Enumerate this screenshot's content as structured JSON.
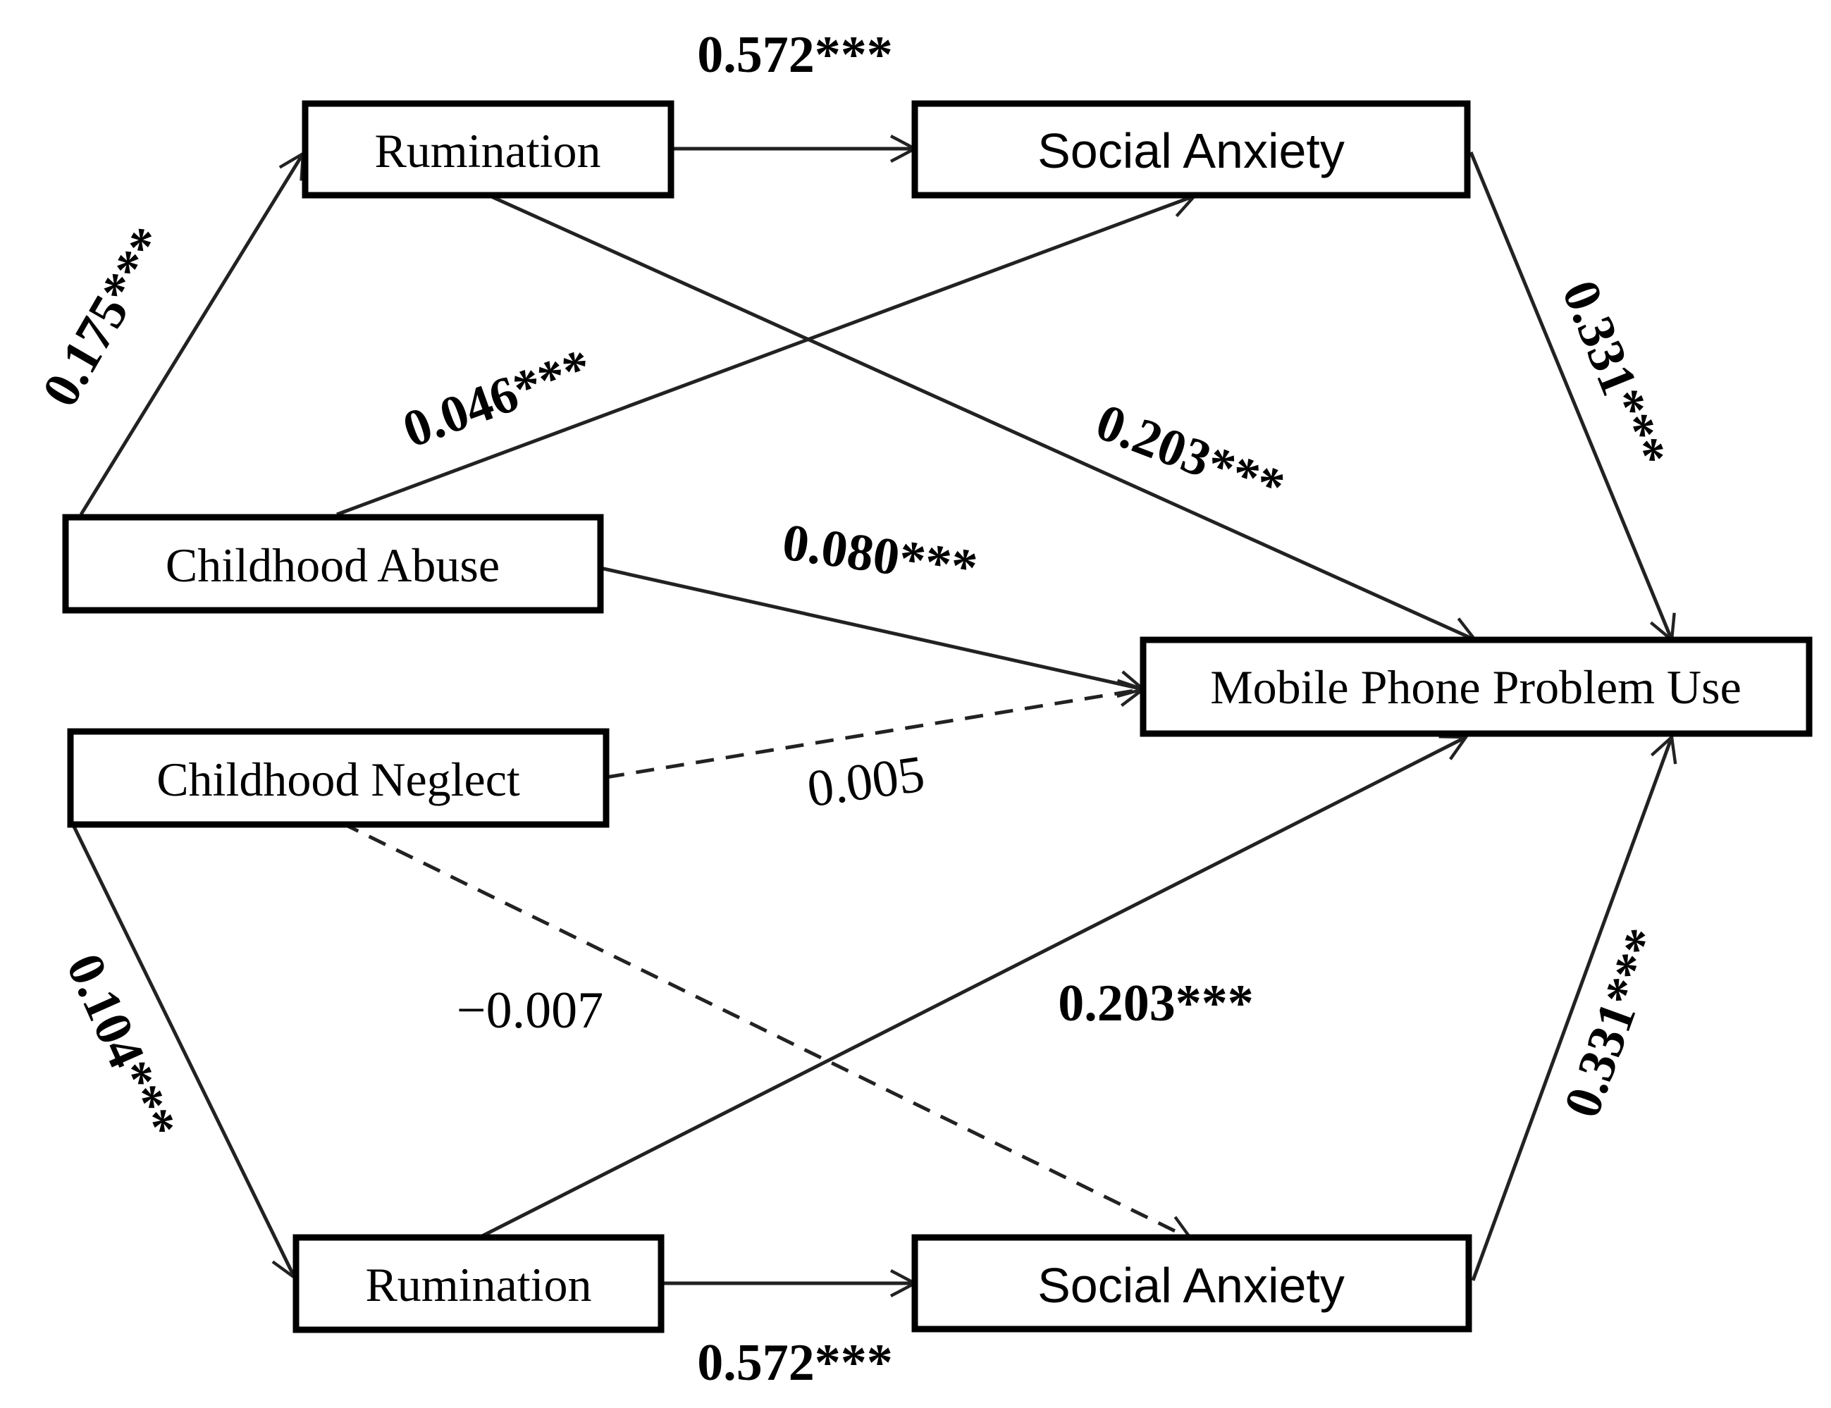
{
  "nodes": {
    "rumination_top": "Rumination",
    "social_anxiety_top": "Social Anxiety",
    "childhood_abuse": "Childhood Abuse",
    "childhood_neglect": "Childhood Neglect",
    "mobile_phone_problem_use": "Mobile Phone Problem Use",
    "rumination_bottom": "Rumination",
    "social_anxiety_bottom": "Social Anxiety"
  },
  "edges": {
    "abuse_to_rumination": {
      "coefficient": "0.175***",
      "significant": true
    },
    "rumination_to_social_anxiety_top": {
      "coefficient": "0.572***",
      "significant": true
    },
    "abuse_to_social_anxiety": {
      "coefficient": "0.046***",
      "significant": true
    },
    "rumination_top_to_mppu": {
      "coefficient": "0.203***",
      "significant": true
    },
    "social_anxiety_top_to_mppu": {
      "coefficient": "0.331***",
      "significant": true
    },
    "abuse_to_mppu": {
      "coefficient": "0.080***",
      "significant": true
    },
    "neglect_to_mppu": {
      "coefficient": "0.005",
      "significant": false
    },
    "neglect_to_rumination": {
      "coefficient": "0.104***",
      "significant": true
    },
    "neglect_to_social_anxiety": {
      "coefficient": "−0.007",
      "significant": false
    },
    "rumination_bottom_to_mppu": {
      "coefficient": "0.203***",
      "significant": true
    },
    "social_anxiety_bottom_to_mppu": {
      "coefficient": "0.331***",
      "significant": true
    },
    "rumination_to_social_anxiety_bottom": {
      "coefficient": "0.572***",
      "significant": true
    }
  },
  "colors": {
    "line": "#222222",
    "box_border": "#000000",
    "text": "#000000",
    "background": "#ffffff"
  }
}
